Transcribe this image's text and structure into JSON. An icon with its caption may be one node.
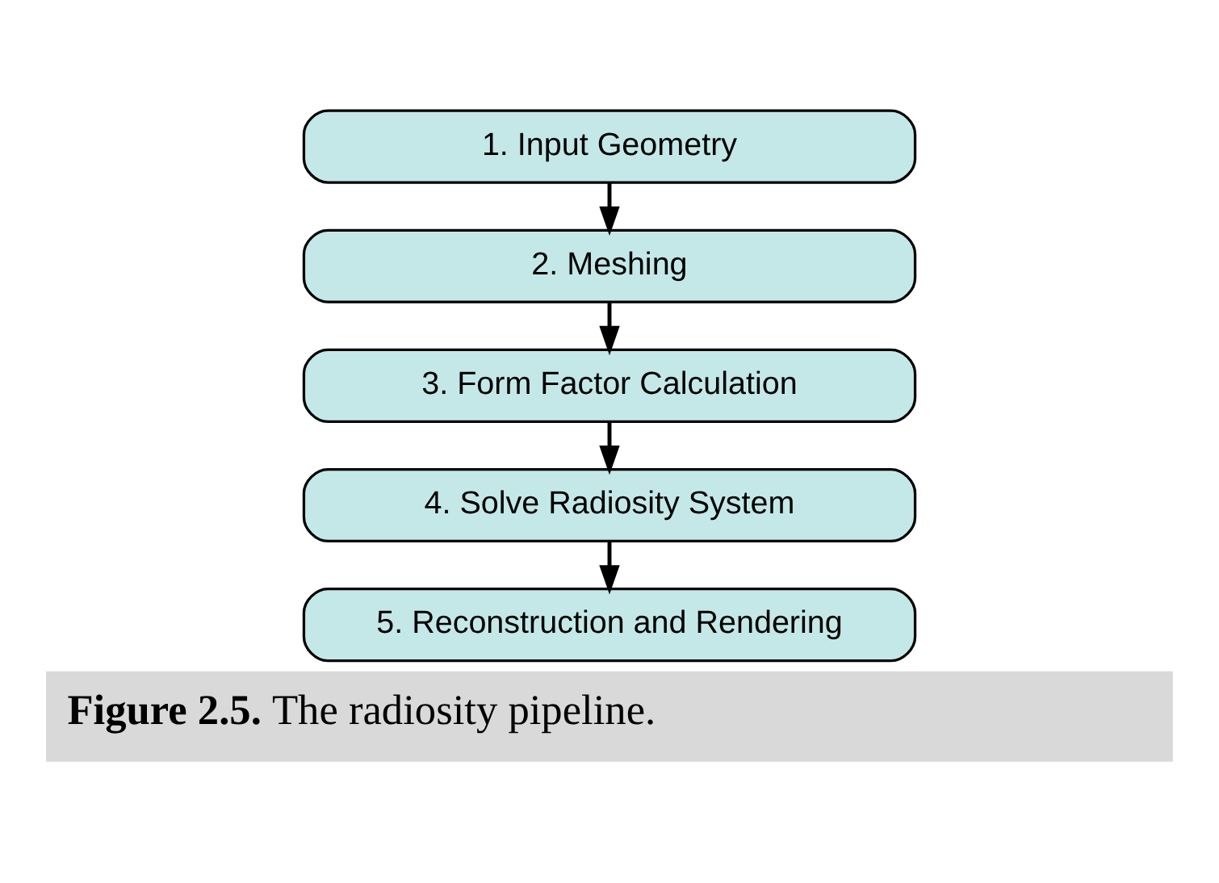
{
  "diagram": {
    "caption": "**Figure 2.5.** The radiosity pipeline.",
    "nodes": [
      {
        "text": [
          "1. Input Geometry"
        ]
      },
      {
        "text": [
          "2. Meshing"
        ]
      },
      {
        "text": [
          "3. Form Factor Calculation"
        ]
      },
      {
        "text": [
          "4. Solve Radiosity System"
        ]
      },
      {
        "text": [
          "5. Reconstruction and Rendering"
        ]
      }
    ],
    "edges": [
      {
        "from": 0,
        "to": 1,
        "arrow": "to"
      },
      {
        "from": 1,
        "to": 2,
        "arrow": "to"
      },
      {
        "from": 2,
        "to": 3,
        "arrow": "to"
      },
      {
        "from": 3,
        "to": 4,
        "arrow": "to"
      }
    ]
  }
}
